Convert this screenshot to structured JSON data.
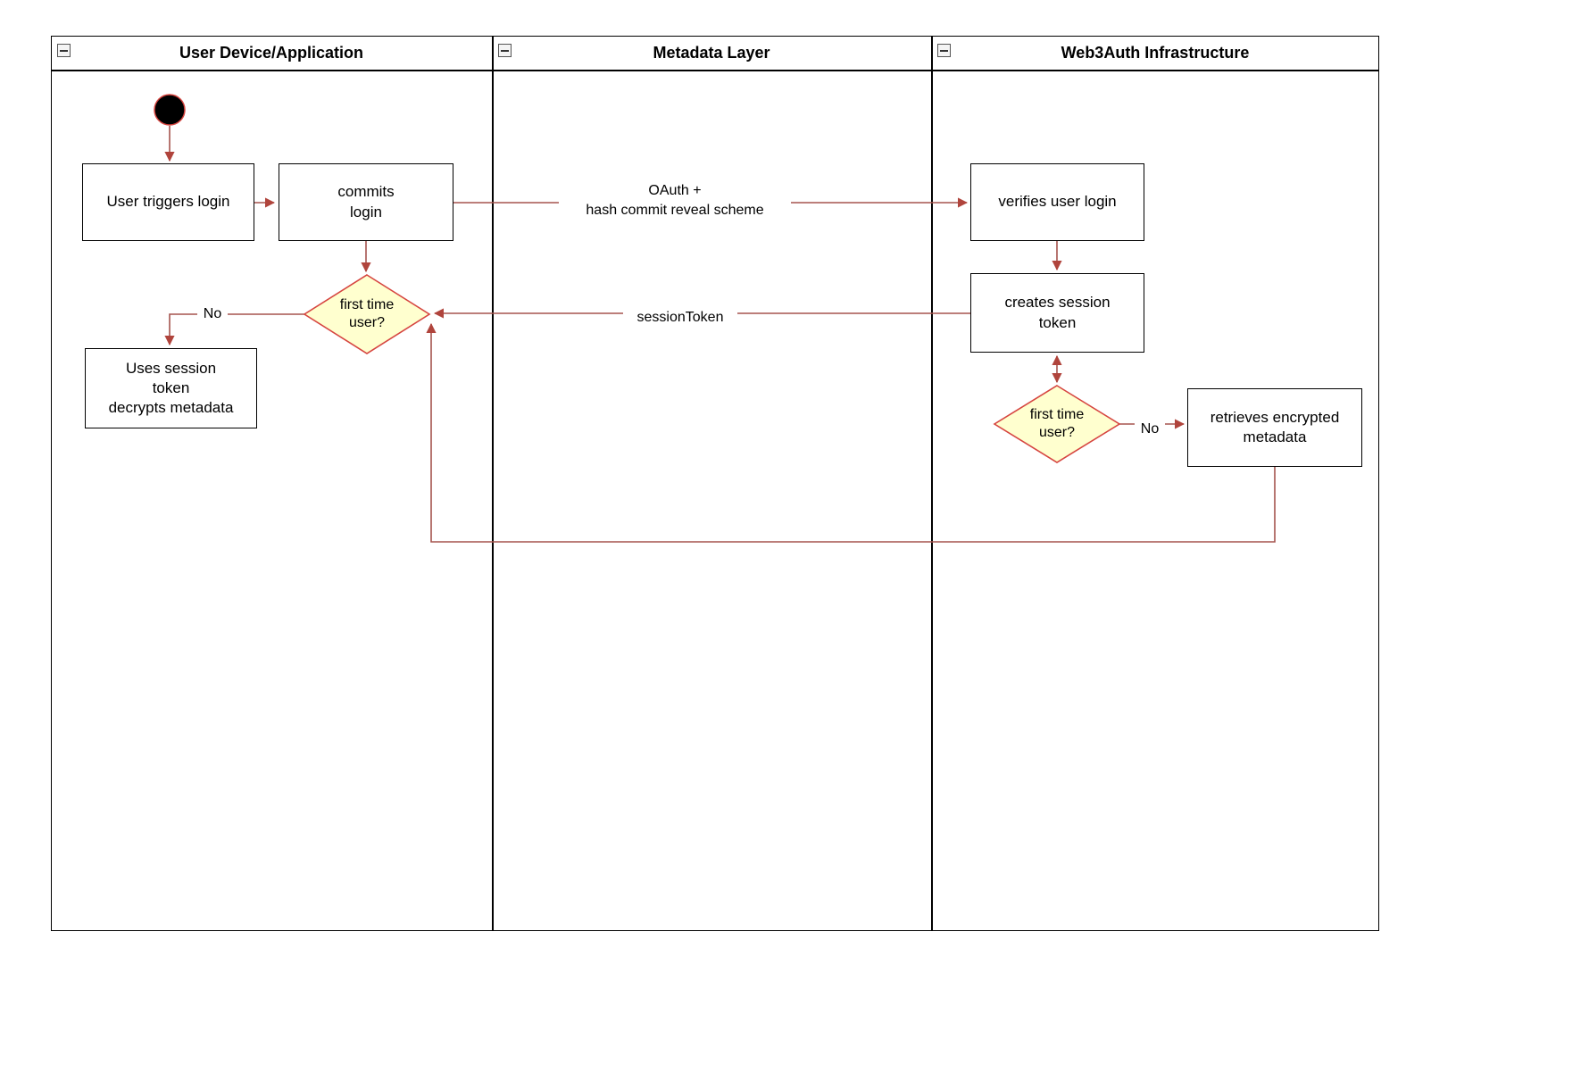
{
  "colors": {
    "edge": "#a5544e",
    "arrowhead": "#b0443c",
    "diamond-fill": "#ffffcf",
    "diamond-stroke": "#d64540",
    "node-fill": "#ffffff",
    "node-stroke": "#000000",
    "lane-stroke": "#000000",
    "start-fill": "#000000"
  },
  "lanes": [
    {
      "id": "user-device",
      "title": "User Device/Application"
    },
    {
      "id": "metadata-layer",
      "title": "Metadata Layer"
    },
    {
      "id": "web3auth-infrastructure",
      "title": "Web3Auth Infrastructure"
    }
  ],
  "nodes": {
    "user_triggers_login": {
      "label": "User triggers login"
    },
    "commits_login": {
      "label": "commits\nlogin"
    },
    "verifies_user_login": {
      "label": "verifies user login"
    },
    "creates_session_token": {
      "label": "creates session\ntoken"
    },
    "first_time_user_left": {
      "label": "first time\nuser?"
    },
    "uses_session_token": {
      "label": "Uses session\ntoken\ndecrypts metadata"
    },
    "first_time_user_right": {
      "label": "first time\nuser?"
    },
    "retrieves_encrypted_metadata": {
      "label": "retrieves encrypted\nmetadata"
    }
  },
  "edge_labels": {
    "oauth": "OAuth +\nhash commit reveal scheme",
    "session_token": "sessionToken",
    "no_left": "No",
    "no_right": "No"
  }
}
